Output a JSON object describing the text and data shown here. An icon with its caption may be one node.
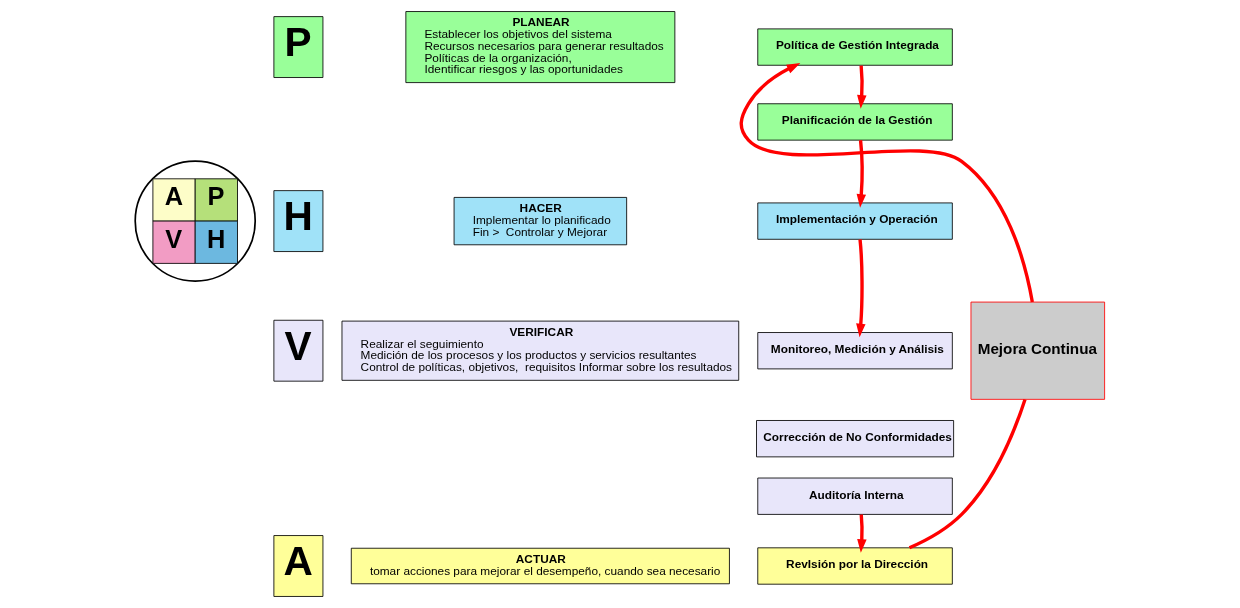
{
  "diagram": {
    "nodes": [
      {
        "text": [
          "A",
          "P",
          "V",
          "H"
        ]
      },
      {
        "text": [
          "P"
        ]
      },
      {
        "text": [
          "PLANEAR",
          "Establecer los objetivos del sistema",
          "Recursos necesarios para generar resultados",
          "Políticas de la organización,",
          "Identificar riesgos y las oportunidades"
        ]
      },
      {
        "text": [
          "H"
        ]
      },
      {
        "text": [
          "HACER",
          "Implementar lo planificado",
          "Fin >  Controlar y Mejorar"
        ]
      },
      {
        "text": [
          "V"
        ]
      },
      {
        "text": [
          "VERIFICAR",
          "Realizar el seguimiento",
          "Medición de los procesos y los productos y servicios resultantes",
          "Control de políticas, objetivos,  requisitos Informar sobre los resultados"
        ]
      },
      {
        "text": [
          "A"
        ]
      },
      {
        "text": [
          "ACTUAR",
          "tomar acciones para mejorar el desempeño, cuando sea necesario"
        ]
      },
      {
        "text": [
          "Política de Gestión Integrada"
        ]
      },
      {
        "text": [
          "Planificación de la Gestión"
        ]
      },
      {
        "text": [
          "Implementación y Operación"
        ]
      },
      {
        "text": [
          "Monitoreo, Medición y Análisis"
        ]
      },
      {
        "text": [
          "Corrección de No Conformidades"
        ]
      },
      {
        "text": [
          "Auditoría Interna"
        ]
      },
      {
        "text": [
          "RevIsión por la Dirección"
        ]
      },
      {
        "text": [
          "Mejora Continua"
        ]
      }
    ],
    "edges": [
      {
        "from": 9,
        "to": 10,
        "arrow": "to"
      },
      {
        "from": 10,
        "to": 11,
        "arrow": "to"
      },
      {
        "from": 11,
        "to": 12,
        "arrow": "to"
      },
      {
        "from": 14,
        "to": 15,
        "arrow": "to"
      },
      {
        "from": 15,
        "to": 16,
        "arrow": "none"
      },
      {
        "from": 16,
        "to": 9,
        "arrow": "to"
      }
    ]
  }
}
